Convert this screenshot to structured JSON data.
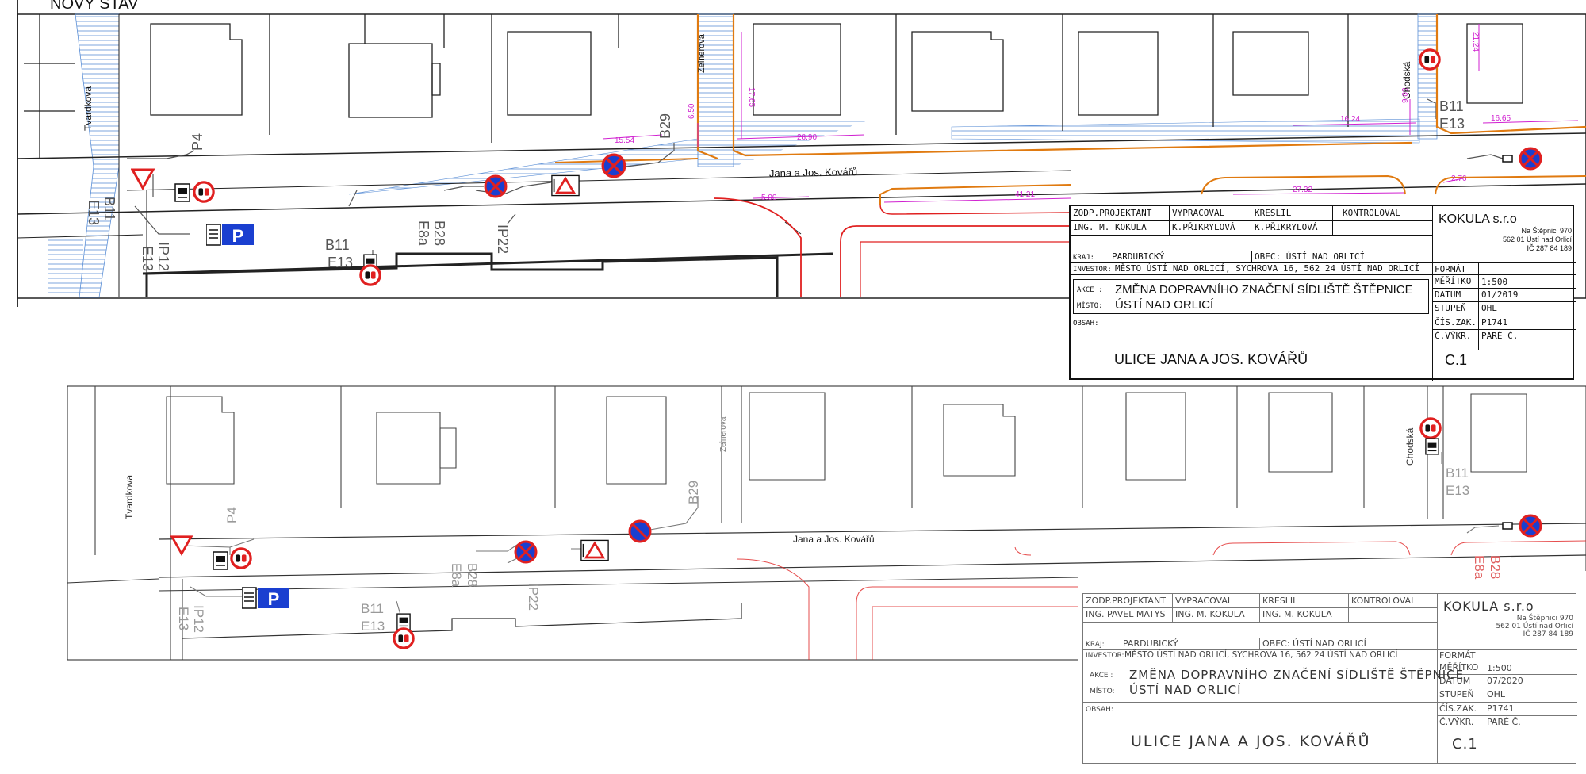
{
  "sheet_label": "NOVÝ STAV",
  "top_plan": {
    "street_main": "Jana a Jos. Kovářů",
    "street_left": "Tvardkova",
    "street_mid": "Zeinerova",
    "street_right": "Chodská",
    "sign_codes": {
      "p4": "P4",
      "b11_left": "B11",
      "e13_left": "E13",
      "ip12": "IP12",
      "e13_ip": "E13",
      "b11_mid": "B11",
      "e13_mid": "E13",
      "b28": "B28",
      "e8a": "E8a",
      "ip22": "IP22",
      "b29": "B29",
      "b11_right": "B11",
      "e13_right": "E13"
    },
    "dimensions": [
      "15.54",
      "28.90",
      "17.65",
      "6.50",
      "16.24",
      "16.65",
      "5.00",
      "41.21",
      "27.32",
      "2.76",
      "9.00",
      "21.24"
    ]
  },
  "bottom_plan": {
    "street_main": "Jana a Jos. Kovářů",
    "street_left": "Tvardkova",
    "street_mid": "Zeinerova",
    "street_right": "Chodská",
    "sign_codes": {
      "p4": "P4",
      "ip12": "IP12",
      "e13_ip": "E13",
      "b11_mid": "B11",
      "e13_mid": "E13",
      "b28": "B28",
      "e8a": "E8a",
      "ip22": "IP22",
      "b29": "B29",
      "b11_right": "B11",
      "e13_right": "E13",
      "b28_right": "B28",
      "e8a_right": "E8a"
    }
  },
  "title_block_1": {
    "h_zodp": "ZODP.PROJEKTANT",
    "h_vypracoval": "VYPRACOVAL",
    "h_kreslil": "KRESLIL",
    "h_kontroloval": "KONTROLOVAL",
    "v_zodp": "ING. M. KOKULA",
    "v_vypracoval": "K.PŘIKRYLOVÁ",
    "v_kreslil": "K.PŘIKRYLOVÁ",
    "kraj_label": "KRAJ:",
    "kraj": "PARDUBICKÝ",
    "obec": "OBEC: ÚSTÍ NAD ORLICÍ",
    "investor_label": "INVESTOR:",
    "investor": "MĚSTO ÚSTÍ NAD ORLICÍ, SYCHROVA 16, 562 24 ÚSTÍ NAD ORLICÍ",
    "akce_label": "AKCE :",
    "akce": "ZMĚNA DOPRAVNÍHO ZNAČENÍ SÍDLIŠTĚ ŠTĚPNICE",
    "misto_label": "MÍSTO:",
    "misto": "ÚSTÍ NAD ORLICÍ",
    "obsah_label": "OBSAH:",
    "obsah": "ULICE JANA A JOS. KOVÁŘŮ",
    "company": "KOKULA s.r.o",
    "addr1": "Na Štěpnici 970",
    "addr2": "562 01 Ústí nad Orlicí",
    "ico": "IČ 287 84 189",
    "format_label": "FORMÁT",
    "meritko_label": "MĚŘÍTKO",
    "meritko": "1:500",
    "datum_label": "DATUM",
    "datum": "01/2019",
    "stupen_label": "STUPEŇ",
    "stupen": "OHL",
    "ciszak_label": "ČÍS.ZAK.",
    "ciszak": "P1741",
    "cvykr_label": "Č.VÝKR.",
    "pare_label": "PARÉ Č.",
    "cvykr": "C.1"
  },
  "title_block_2": {
    "h_zodp": "ZODP.PROJEKTANT",
    "h_vypracoval": "VYPRACOVAL",
    "h_kreslil": "KRESLIL",
    "h_kontroloval": "KONTROLOVAL",
    "v_zodp": "ING. PAVEL MATYS",
    "v_vypracoval": "ING. M. KOKULA",
    "v_kreslil": "ING. M. KOKULA",
    "kraj_label": "KRAJ:",
    "kraj": "PARDUBICKÝ",
    "obec": "OBEC: ÚSTÍ NAD ORLICÍ",
    "investor_label": "INVESTOR:",
    "investor": "MĚSTO ÚSTÍ NAD ORLICÍ, SYCHROVA 16, 562 24 ÚSTÍ NAD ORLICÍ",
    "akce_label": "AKCE :",
    "akce": "ZMĚNA DOPRAVNÍHO ZNAČENÍ SÍDLIŠTĚ ŠTĚPNICE",
    "misto_label": "MÍSTO:",
    "misto": "ÚSTÍ NAD ORLICÍ",
    "obsah_label": "OBSAH:",
    "obsah": "ULICE JANA A JOS. KOVÁŘŮ",
    "company": "KOKULA s.r.o",
    "addr1": "Na Štěpnici 970",
    "addr2": "562 01 Ústí nad Orlicí",
    "ico": "IČ 287 84 189",
    "format_label": "FORMÁT",
    "meritko_label": "MĚŘÍTKO",
    "meritko": "1:500",
    "datum_label": "DATUM",
    "datum": "07/2020",
    "stupen_label": "STUPEŇ",
    "stupen": "OHL",
    "ciszak_label": "ČÍS.ZAK.",
    "ciszak": "P1741",
    "cvykr_label": "Č.VÝKR.",
    "pare_label": "PARÉ Č.",
    "cvykr": "C.1"
  },
  "colors": {
    "line": "#222222",
    "hatch": "#5b8fd6",
    "road_edge": "#e07a10",
    "red": "#e02020",
    "magenta": "#d020d0",
    "sign_blue": "#1a3fd0",
    "grey_text": "#999999"
  }
}
